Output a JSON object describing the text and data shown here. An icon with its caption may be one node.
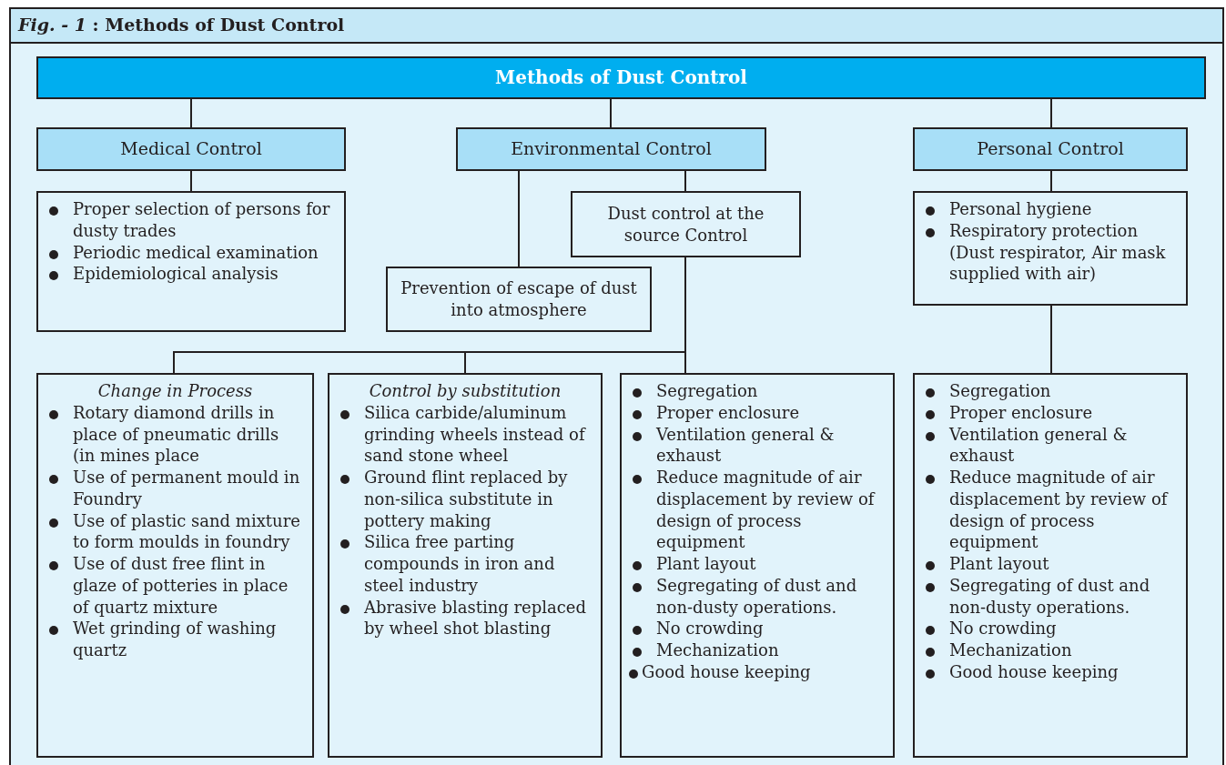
{
  "diagram": {
    "title": "*Fig. - 1* : Methods of Dust Control",
    "nodes": [
      {
        "text": [
          "Methods of Dust Control"
        ]
      },
      {
        "text": [
          "Medical Control"
        ]
      },
      {
        "text": [
          "Environmental Control"
        ]
      },
      {
        "text": [
          "Personal Control"
        ]
      },
      {
        "text": [
          "Proper selection of persons for dusty trades",
          "Periodic medical examination",
          "Epidemiological analysis"
        ]
      },
      {
        "text": [
          "Dust control at the source Control"
        ]
      },
      {
        "text": [
          "Prevention of escape of dust into atmosphere"
        ]
      },
      {
        "text": [
          "Personal hygiene",
          "Respiratory protection (Dust respirator, Air mask supplied with air)"
        ]
      },
      {
        "text": [
          "Change in Process",
          "Rotary diamond drills in place of pneumatic drills (in mines place",
          "Use of permanent mould in Foundry",
          "Use of plastic sand mixture to form moulds in foundry",
          "Use of dust free flint in glaze of potteries in place of quartz mixture",
          "Wet grinding of washing quartz"
        ]
      },
      {
        "text": [
          "Control by substitution",
          "Silica carbide/aluminum grinding wheels instead of sand stone wheel",
          "Ground flint replaced by non-silica substitute in pottery making",
          "Silica free parting compounds in iron and steel industry",
          "Abrasive blasting replaced by wheel shot blasting"
        ]
      },
      {
        "text": [
          "Segregation",
          "Proper enclosure",
          "Ventilation general & exhaust",
          "Reduce magnitude of air displacement by review of design of process equipment",
          "Plant layout",
          "Segregating of dust and non-dusty operations.",
          "No crowding",
          "Mechanization",
          "Good house keeping"
        ]
      },
      {
        "text": [
          "Segregation",
          "Proper enclosure",
          "Ventilation general & exhaust",
          "Reduce magnitude of air displacement by review of design of process equipment",
          "Plant layout",
          "Segregating of dust and non-dusty operations.",
          "No crowding",
          "Mechanization",
          "Good house keeping"
        ]
      }
    ],
    "edges": [
      {
        "from": 0,
        "to": 1,
        "arrow": "none"
      },
      {
        "from": 0,
        "to": 2,
        "arrow": "none"
      },
      {
        "from": 0,
        "to": 3,
        "arrow": "none"
      },
      {
        "from": 1,
        "to": 4,
        "arrow": "none"
      },
      {
        "from": 2,
        "to": 6,
        "arrow": "none"
      },
      {
        "from": 2,
        "to": 5,
        "arrow": "none"
      },
      {
        "from": 3,
        "to": 7,
        "arrow": "none"
      },
      {
        "from": 5,
        "to": 8,
        "arrow": "none"
      },
      {
        "from": 5,
        "to": 9,
        "arrow": "none"
      },
      {
        "from": 5,
        "to": 10,
        "arrow": "none"
      },
      {
        "from": 7,
        "to": 11,
        "arrow": "none"
      }
    ]
  }
}
